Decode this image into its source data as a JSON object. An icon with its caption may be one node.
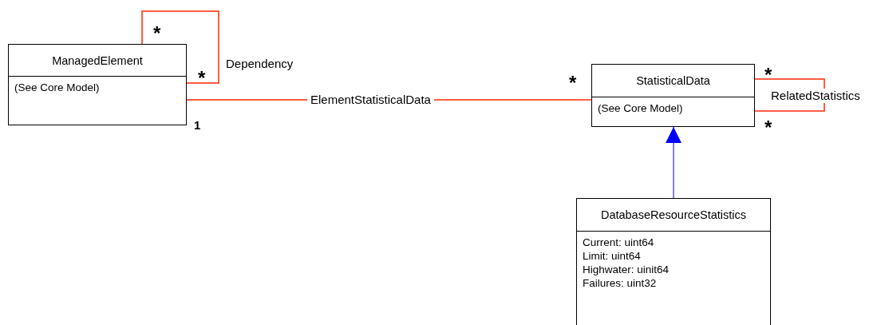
{
  "diagram": {
    "nodes": [
      {
        "text": [
          "ManagedElement",
          "(See Core Model)"
        ]
      },
      {
        "text": [
          "StatisticalData",
          "(See Core Model)"
        ]
      },
      {
        "text": [
          "DatabaseResourceStatistics",
          "Current: uint64",
          "Limit: uint64",
          "Highwater: uinit64",
          "Failures: uint32"
        ]
      }
    ],
    "edges": [
      {
        "from": 0,
        "to": 0,
        "arrow": "none",
        "label": "Dependency"
      },
      {
        "from": 0,
        "to": 1,
        "arrow": "none",
        "label": "ElementStatisticalData"
      },
      {
        "from": 1,
        "to": 1,
        "arrow": "none",
        "label": "RelatedStatistics"
      },
      {
        "from": 2,
        "to": 1,
        "arrow": "to",
        "color": "#0000ff"
      }
    ],
    "labels": [
      "*",
      "*",
      "*",
      "*",
      "1",
      "*"
    ]
  }
}
